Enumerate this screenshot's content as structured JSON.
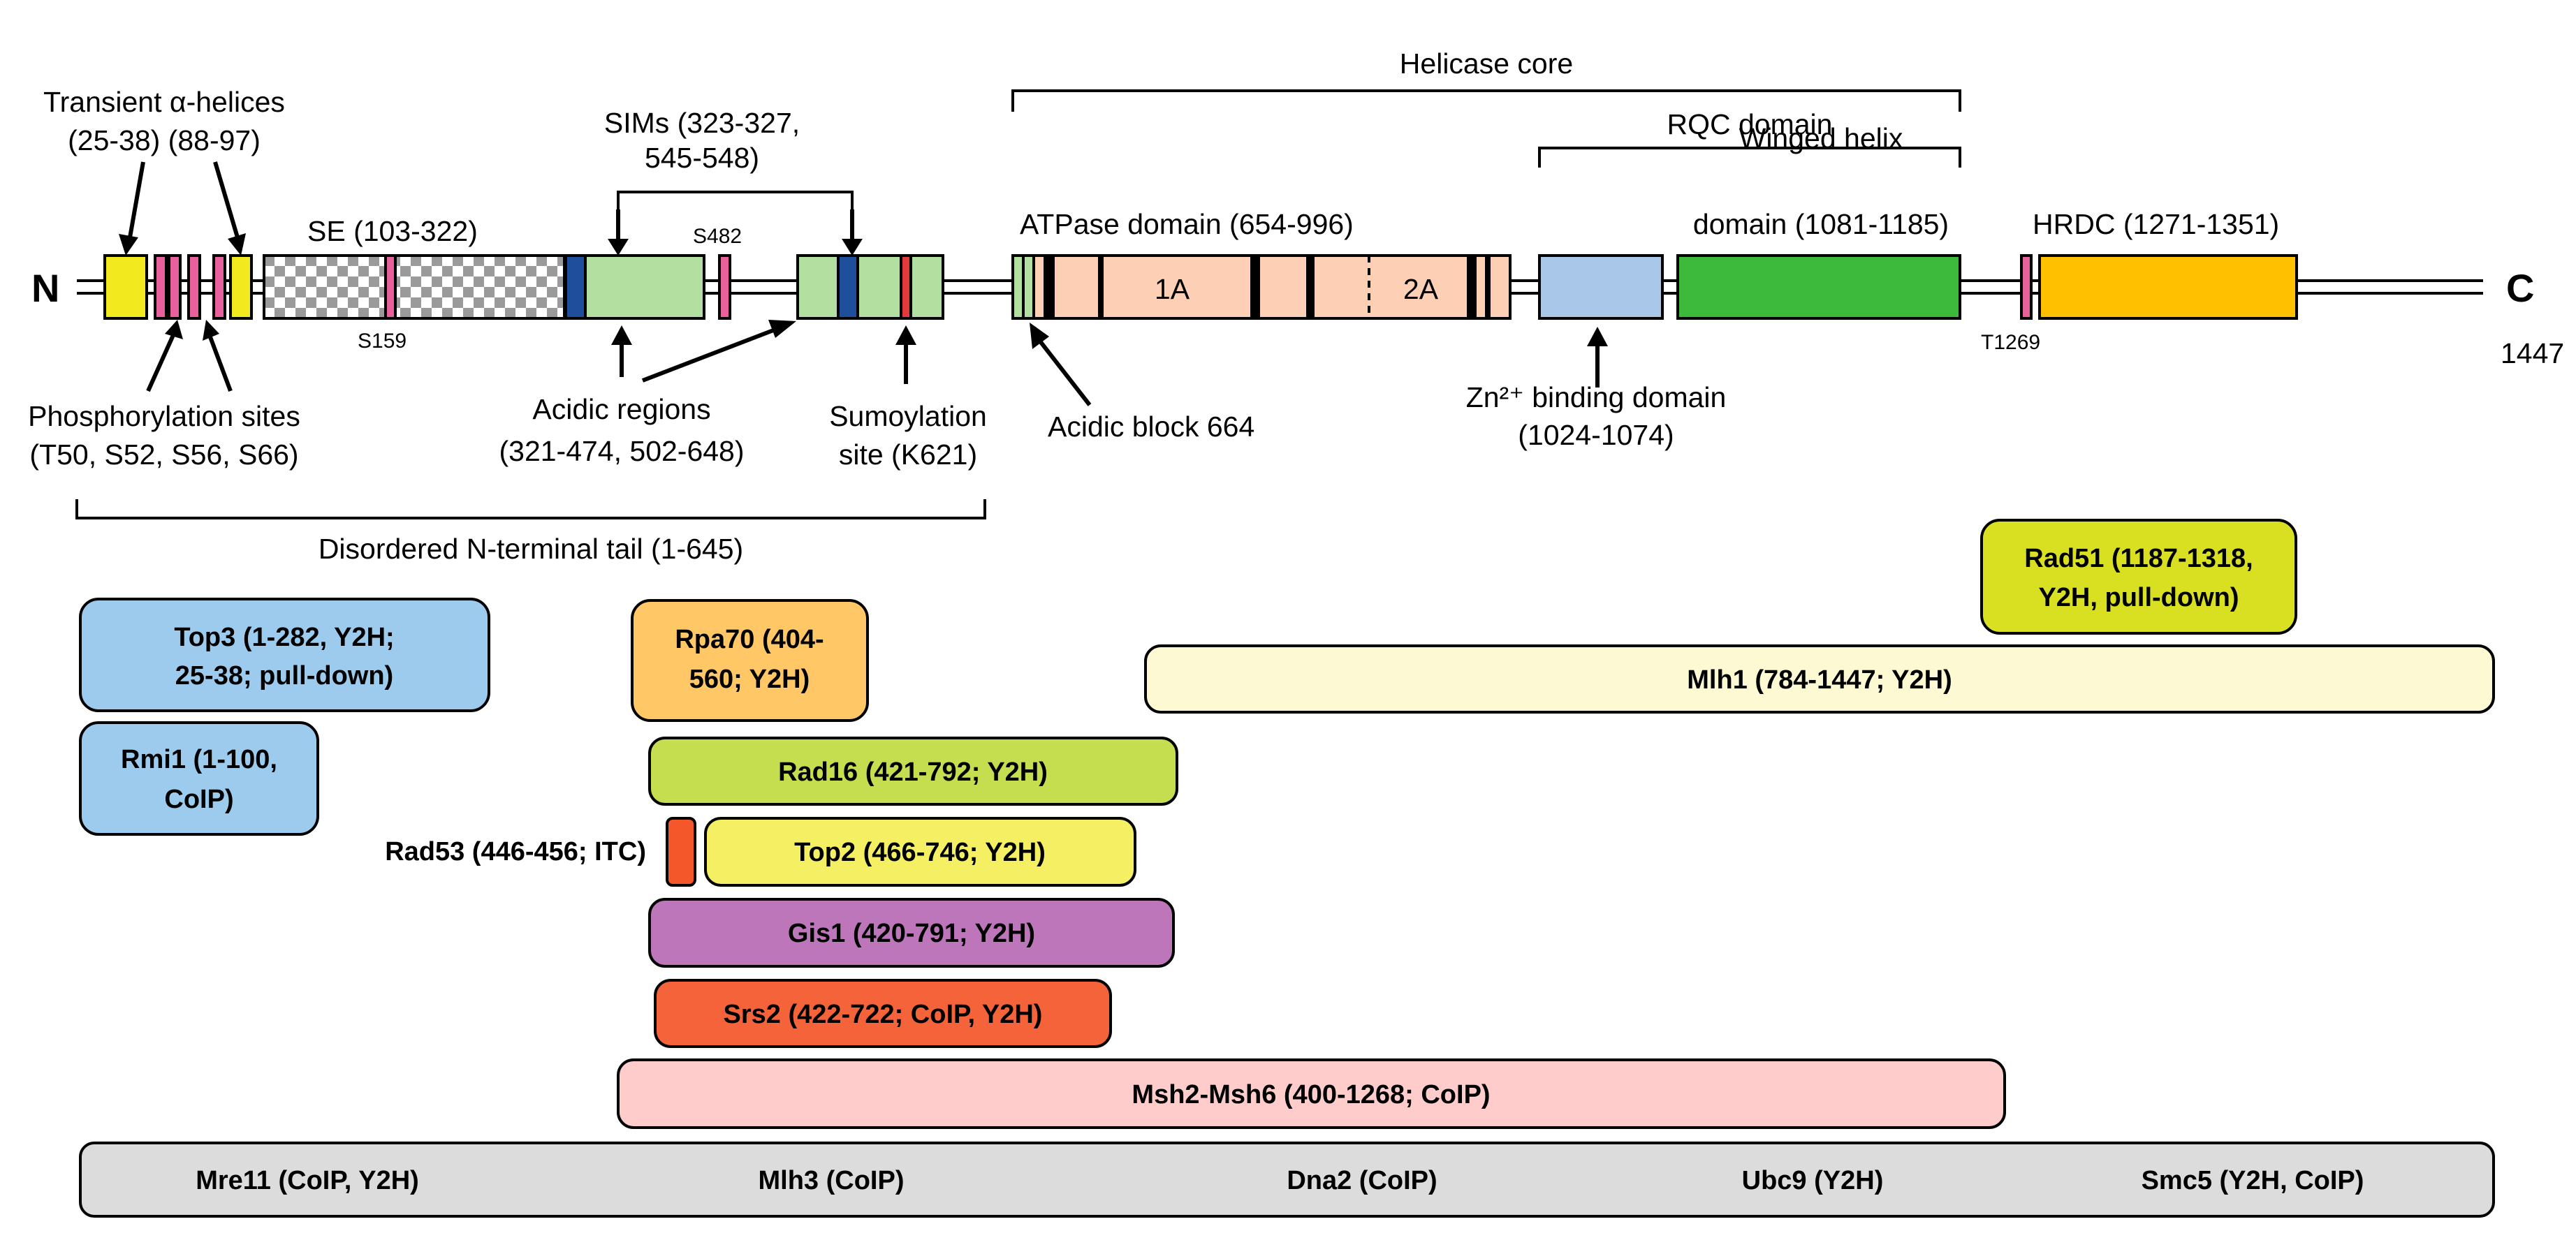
{
  "protein": {
    "n_label": "N",
    "c_label": "C",
    "length_label": "1447",
    "colors": {
      "helix": "#f2ea1e",
      "phospho": "#e8619b",
      "acidic": "#b3dfa0",
      "sim": "#1f4e9c",
      "sumo": "#e33b3b",
      "atpase": "#fdd0b5",
      "zinc": "#a9c7e8",
      "winged": "#3dba3b",
      "hrdc": "#ffc000"
    }
  },
  "labels": {
    "helices_line1": "Transient α-helices",
    "helices_line2": "(25-38) (88-97)",
    "se": "SE (103-322)",
    "sims_line1": "SIMs (323-327,",
    "sims_line2": "545-548)",
    "s482": "S482",
    "s159": "S159",
    "helicase_core": "Helicase core",
    "rqc": "RQC domain",
    "winged_line1": "Winged helix",
    "winged_line2": "domain (1081-1185)",
    "atpase": "ATPase domain (654-996)",
    "atp_1a": "1A",
    "atp_2a": "2A",
    "hrdc": "HRDC (1271-1351)",
    "t1269": "T1269",
    "phospho_line1": "Phosphorylation sites",
    "phospho_line2": "(T50, S52, S56, S66)",
    "acidic_line1": "Acidic regions",
    "acidic_line2": "(321-474, 502-648)",
    "sumo_line1": "Sumoylation",
    "sumo_line2": "site (K621)",
    "acidic_block": "Acidic block 664",
    "zinc_line1": "Zn²⁺ binding domain",
    "zinc_line2": "(1024-1074)",
    "disordered": "Disordered N-terminal tail (1-645)"
  },
  "interactors": [
    {
      "id": "top3",
      "lines": [
        "Top3 (1-282, Y2H;",
        "25-38; pull-down)"
      ],
      "color": "#9ccbee"
    },
    {
      "id": "rmi1",
      "lines": [
        "Rmi1 (1-100,",
        "CoIP)"
      ],
      "color": "#9ccbee"
    },
    {
      "id": "rpa70",
      "lines": [
        "Rpa70 (404-",
        "560; Y2H)"
      ],
      "color": "#ffc766"
    },
    {
      "id": "rad16",
      "lines": [
        "Rad16 (421-792; Y2H)"
      ],
      "color": "#c5de4f"
    },
    {
      "id": "rad53",
      "lines": [
        "Rad53 (446-456; ITC)"
      ],
      "color": "#f4582a"
    },
    {
      "id": "top2",
      "lines": [
        "Top2 (466-746; Y2H)"
      ],
      "color": "#f4ef63"
    },
    {
      "id": "gis1",
      "lines": [
        "Gis1 (420-791; Y2H)"
      ],
      "color": "#bd76b9"
    },
    {
      "id": "srs2",
      "lines": [
        "Srs2 (422-722; CoIP, Y2H)"
      ],
      "color": "#f4633a"
    },
    {
      "id": "msh",
      "lines": [
        "Msh2-Msh6 (400-1268; CoIP)"
      ],
      "color": "#ffcccc"
    },
    {
      "id": "rad51",
      "lines": [
        "Rad51 (1187-1318,",
        "Y2H, pull-down)"
      ],
      "color": "#d9e021"
    },
    {
      "id": "mlh1",
      "lines": [
        "Mlh1 (784-1447; Y2H)"
      ],
      "color": "#fdf9d2"
    }
  ],
  "bottom_bar": {
    "color": "#dcdcdc",
    "items": [
      "Mre11 (CoIP, Y2H)",
      "Mlh3 (CoIP)",
      "Dna2 (CoIP)",
      "Ubc9 (Y2H)",
      "Smc5 (Y2H, CoIP)"
    ]
  }
}
